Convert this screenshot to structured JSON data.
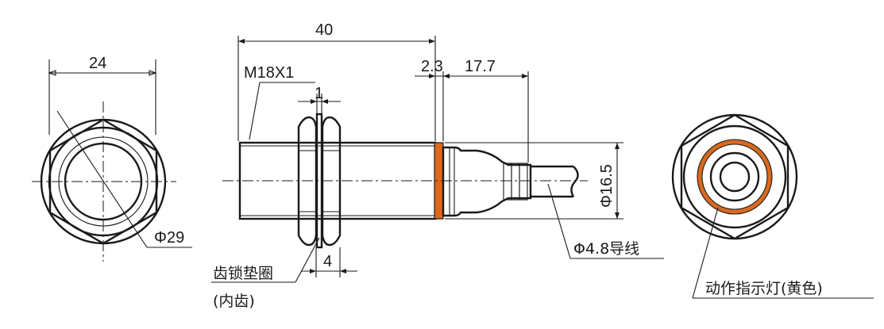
{
  "dimensions": {
    "front_width": "24",
    "front_dia": "Φ29",
    "overall_length": "40",
    "thread": "M18X1",
    "nut_gap": "1",
    "lamp_ring": "2.3",
    "tail": "17.7",
    "washer_width": "4",
    "body_dia": "Φ16.5",
    "cable": "Φ4.8导线"
  },
  "labels": {
    "washer": "齿锁垫圈",
    "washer_type": "(内齿)",
    "indicator": "动作指示灯(黄色)"
  },
  "colors": {
    "line": "#1a1a1a",
    "indicator": "#d9691f",
    "body": "#ffffff"
  }
}
